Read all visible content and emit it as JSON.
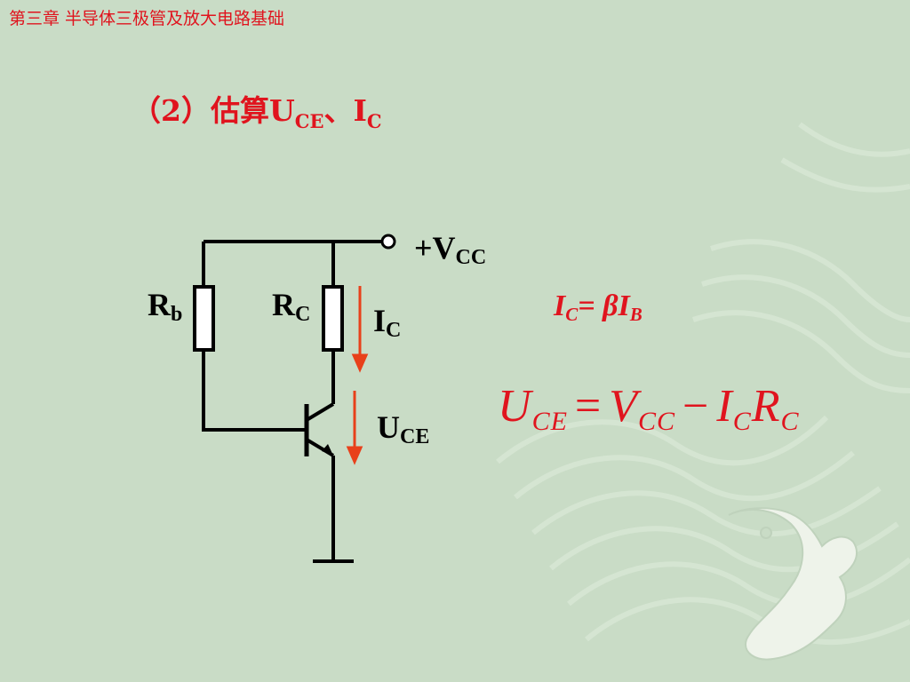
{
  "slide": {
    "chapter_title": "第三章  半导体三极管及放大电路基础",
    "heading": {
      "prefix": "（2）估算U",
      "sub_uce": "CE",
      "sep": "、I",
      "sub_ic": "C"
    }
  },
  "circuit": {
    "vcc_main": "+V",
    "vcc_sub": "CC",
    "rb_main": "R",
    "rb_sub": "b",
    "rc_main": "R",
    "rc_sub": "C",
    "ic_main": "I",
    "ic_sub": "C",
    "uce_main": "U",
    "uce_sub": "CE"
  },
  "formulas": {
    "ic_eq": {
      "lhs": "I",
      "lhs_sub": "C",
      "eq": "= ",
      "beta": "β",
      "rhs": "I",
      "rhs_sub": "B"
    },
    "uce_eq": {
      "u": "U",
      "u_sub": "CE",
      "eq": "=",
      "v": "V",
      "v_sub": "CC",
      "minus": "−",
      "i": "I",
      "i_sub": "C",
      "r": "R",
      "r_sub": "C"
    }
  },
  "colors": {
    "background": "#c9dcc6",
    "accent_red": "#e0141e",
    "arrow_orange": "#e8401a",
    "wire": "#000000"
  },
  "icons": [
    "dragon-watermark-icon"
  ]
}
